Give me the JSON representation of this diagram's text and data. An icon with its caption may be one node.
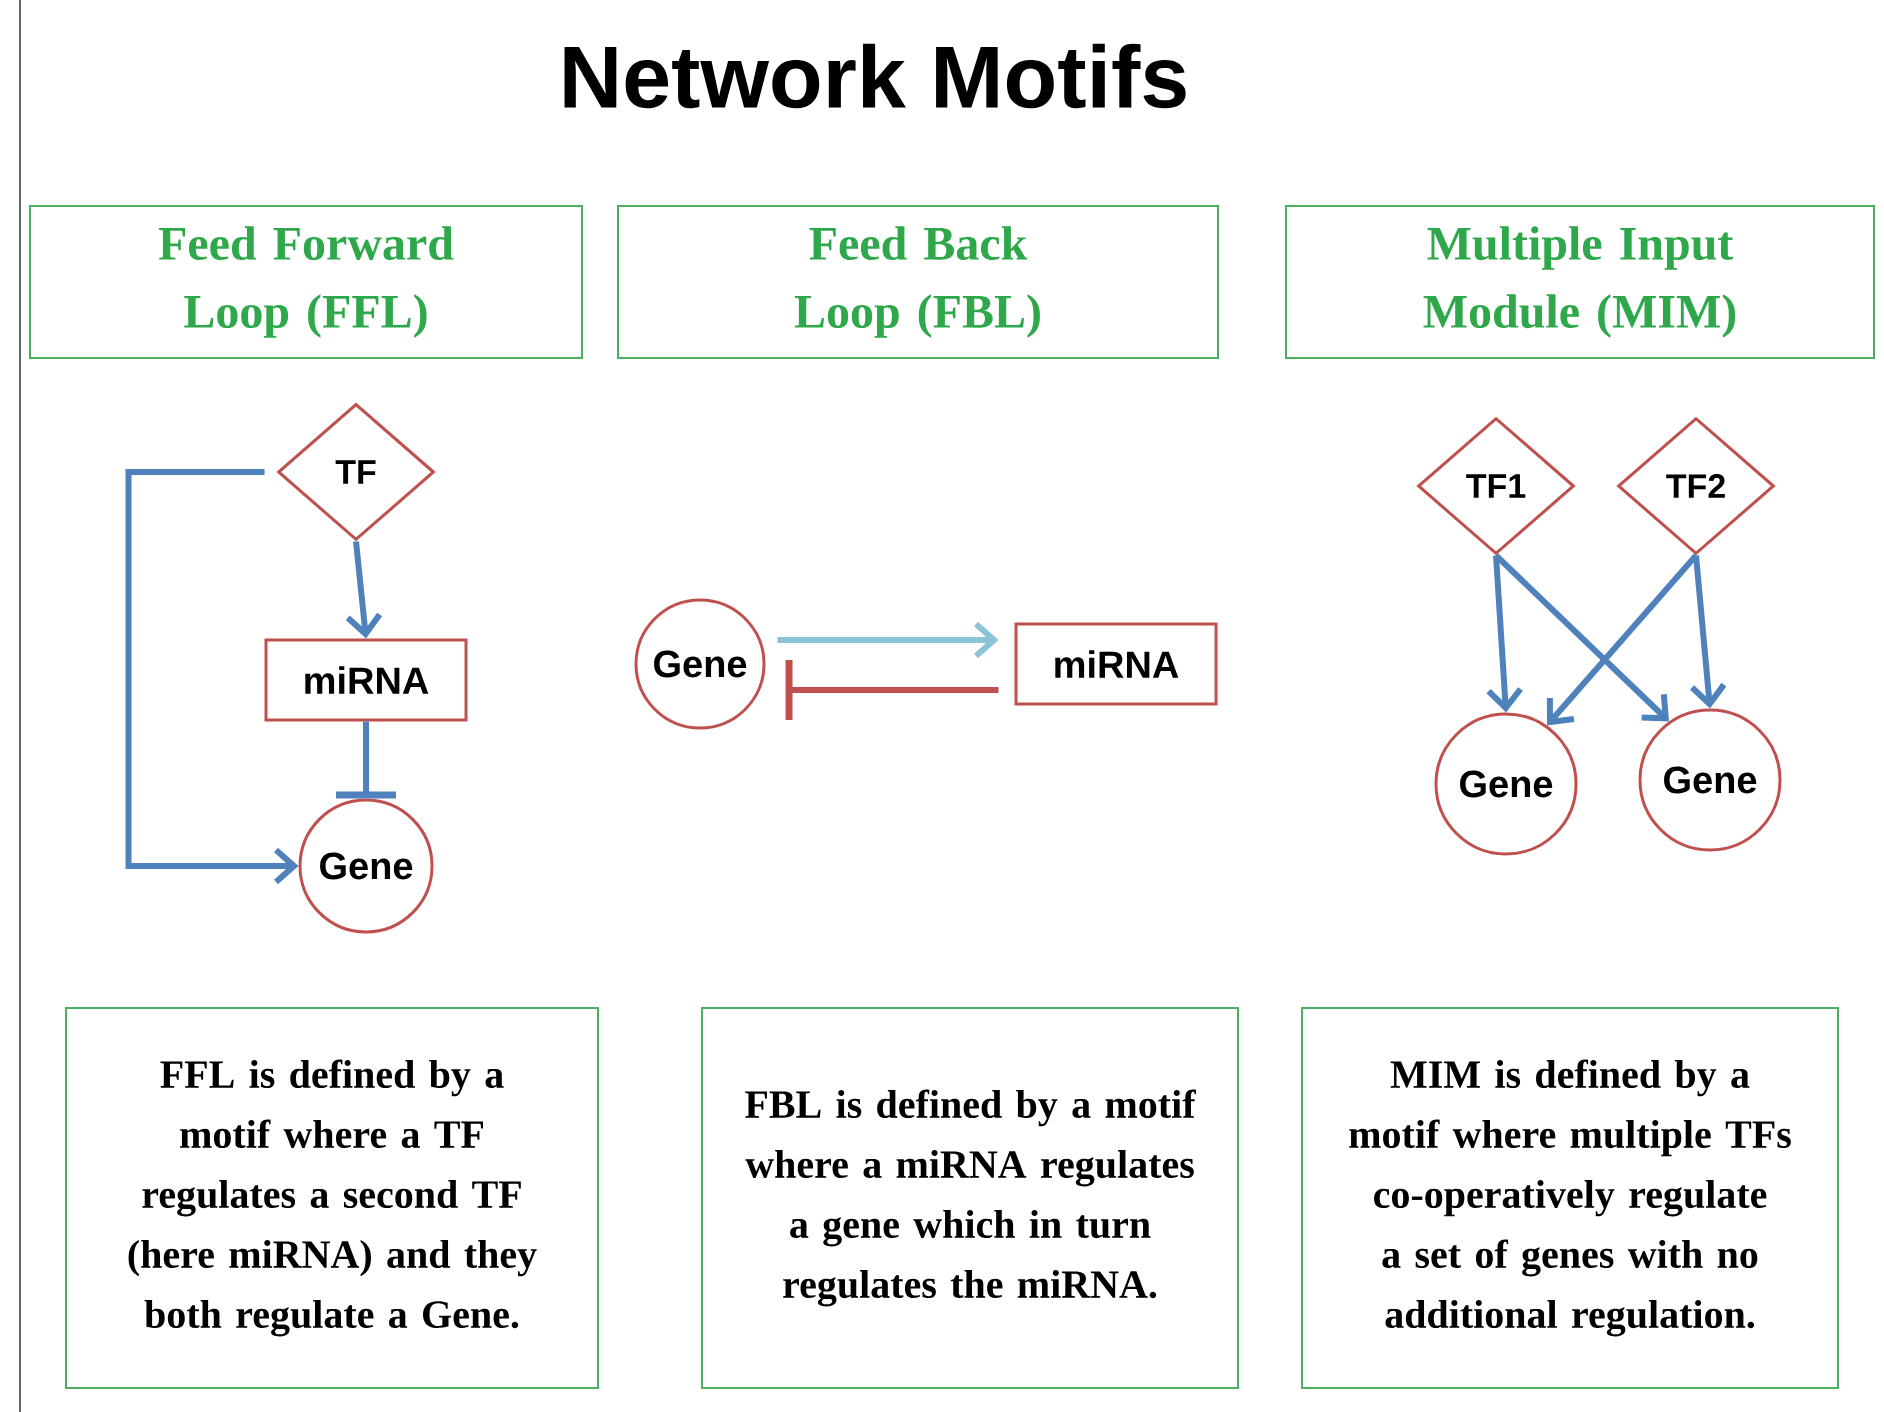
{
  "diagram": {
    "title": "Network Motifs",
    "nodes": [
      {
        "text": [
          "Feed Forward Loop (FFL)"
        ]
      },
      {
        "text": [
          "Feed Back Loop (FBL)"
        ]
      },
      {
        "text": [
          "Multiple Input Module (MIM)"
        ]
      },
      {
        "text": [
          "TF"
        ]
      },
      {
        "text": [
          "miRNA"
        ]
      },
      {
        "text": [
          "Gene"
        ]
      },
      {
        "text": [
          "Gene"
        ]
      },
      {
        "text": [
          "miRNA"
        ]
      },
      {
        "text": [
          "TF1"
        ]
      },
      {
        "text": [
          "TF2"
        ]
      },
      {
        "text": [
          "Gene"
        ]
      },
      {
        "text": [
          "Gene"
        ]
      },
      {
        "text": [
          "FFL is defined by a motif where a TF regulates a second TF (here miRNA) and they both regulate a Gene."
        ]
      },
      {
        "text": [
          "FBL is defined by a motif where a miRNA regulates a gene which in turn regulates the miRNA."
        ]
      },
      {
        "text": [
          "MIM is defined by a motif where multiple TFs co-operatively regulate a set of genes with no additional regulation."
        ]
      }
    ],
    "edges": [
      {
        "from": 3,
        "to": 4,
        "arrow": "to"
      },
      {
        "from": 4,
        "to": 5,
        "arrow": "other"
      },
      {
        "from": 3,
        "to": 5,
        "arrow": "to"
      },
      {
        "from": 6,
        "to": 7,
        "arrow": "to",
        "color": "#8cc3d6"
      },
      {
        "from": 7,
        "to": 6,
        "arrow": "other",
        "color": "#c0504d"
      },
      {
        "from": 8,
        "to": 10,
        "arrow": "to"
      },
      {
        "from": 8,
        "to": 11,
        "arrow": "to"
      },
      {
        "from": 9,
        "to": 10,
        "arrow": "to"
      },
      {
        "from": 9,
        "to": 11,
        "arrow": "to"
      }
    ]
  }
}
